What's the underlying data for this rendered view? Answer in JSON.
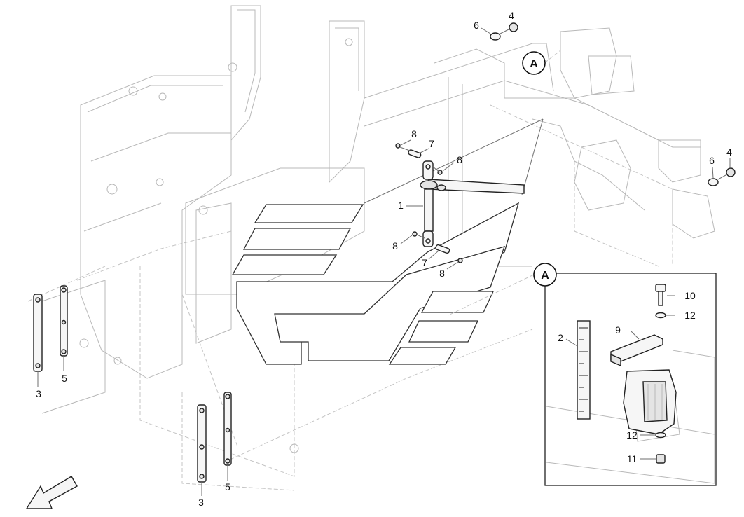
{
  "diagram": {
    "detail_label": "A",
    "callouts": {
      "c1": "1",
      "c2": "2",
      "c3a": "3",
      "c3b": "3",
      "c4a": "4",
      "c4b": "4",
      "c5a": "5",
      "c5b": "5",
      "c6a": "6",
      "c6b": "6",
      "c7a": "7",
      "c7b": "7",
      "c8a": "8",
      "c8b": "8",
      "c8c": "8",
      "c8d": "8",
      "c9": "9",
      "c10": "10",
      "c11": "11",
      "c12a": "12",
      "c12b": "12"
    }
  }
}
